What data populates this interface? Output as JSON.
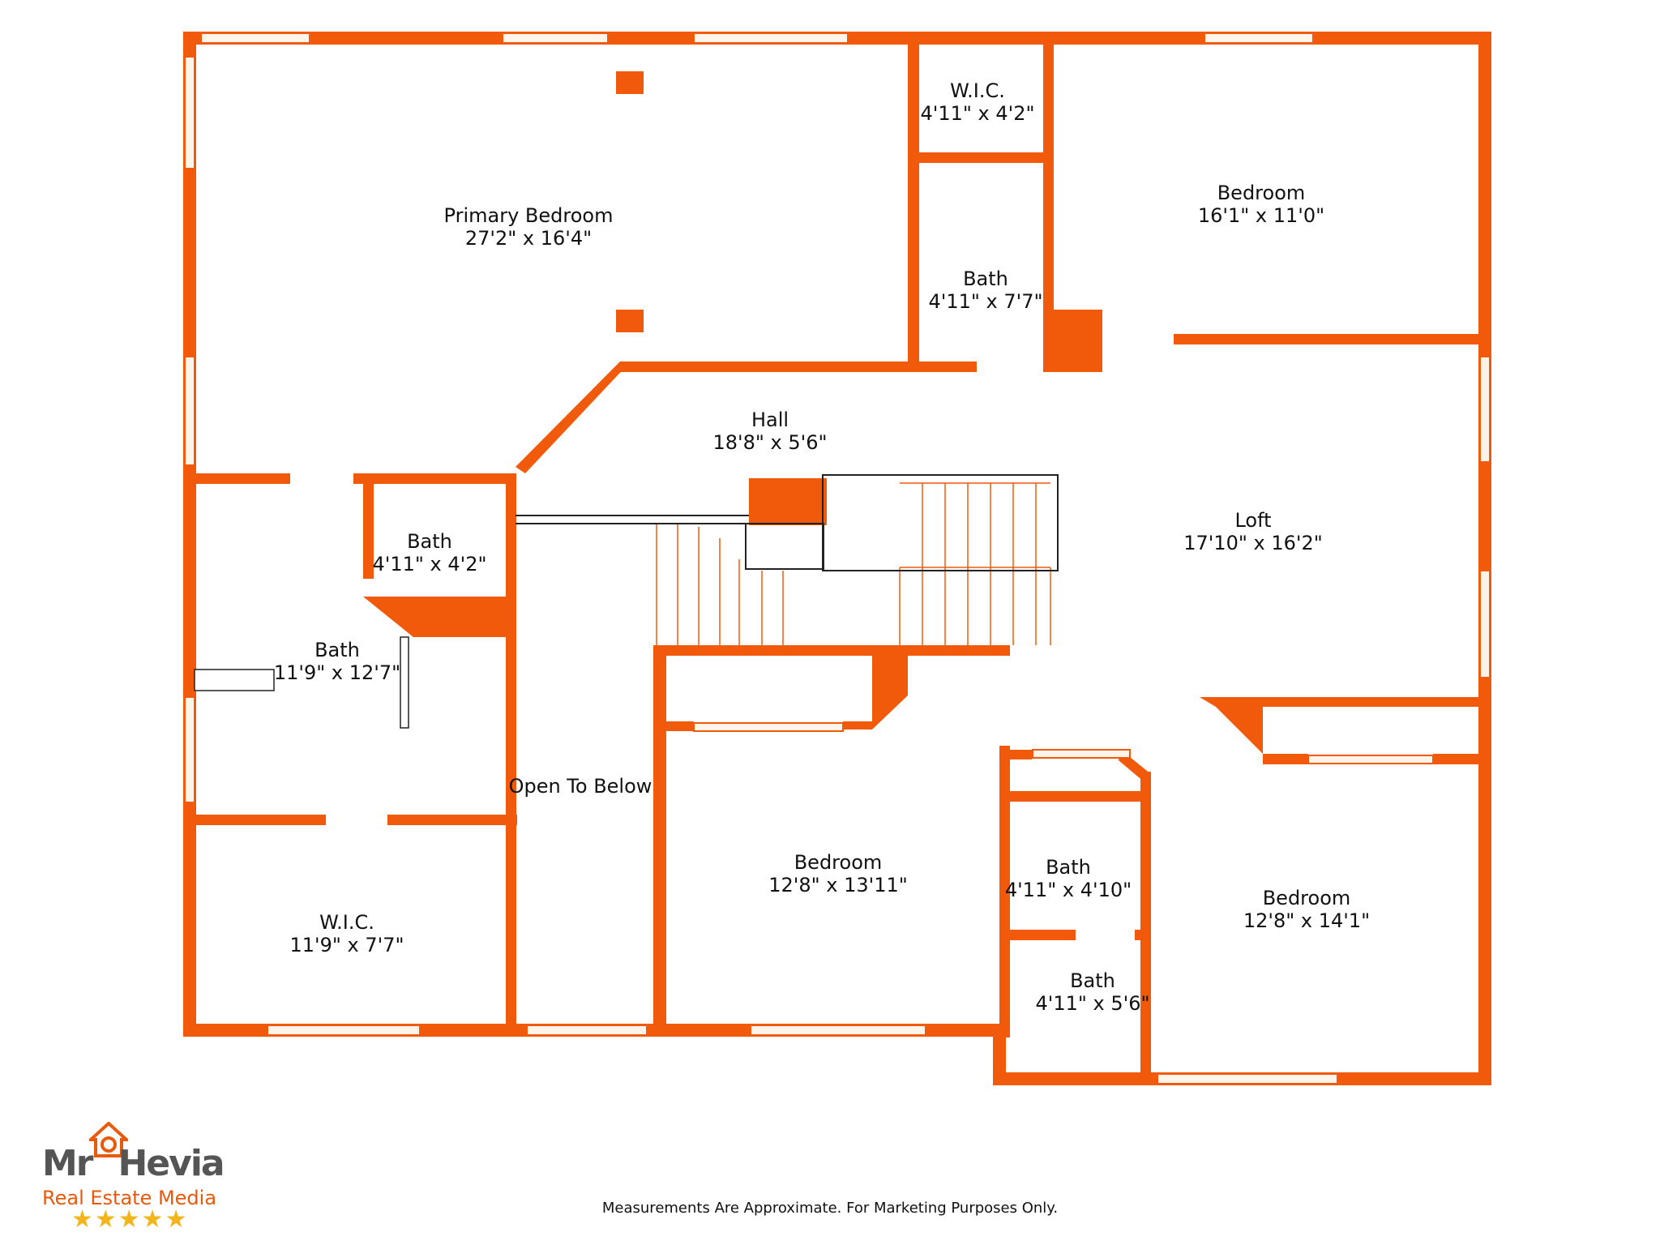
{
  "colors": {
    "wall": "#f05a0a",
    "window": "#fff4ea",
    "label": "#111111",
    "star": "#f2b51c"
  },
  "rooms": [
    {
      "name": "Primary Bedroom",
      "dims": "27'2\" x 16'4\""
    },
    {
      "name": "W.I.C.",
      "dims": "4'11\" x 4'2\""
    },
    {
      "name": "Bath",
      "dims": "4'11\" x 7'7\""
    },
    {
      "name": "Bedroom",
      "dims": "16'1\" x 11'0\""
    },
    {
      "name": "Hall",
      "dims": "18'8\" x 5'6\""
    },
    {
      "name": "Loft",
      "dims": "17'10\" x 16'2\""
    },
    {
      "name": "Bath",
      "dims": "4'11\" x 4'2\""
    },
    {
      "name": "Bath",
      "dims": "11'9\" x 12'7\""
    },
    {
      "name": "Open To Below",
      "dims": ""
    },
    {
      "name": "W.I.C.",
      "dims": "11'9\" x 7'7\""
    },
    {
      "name": "Bedroom",
      "dims": "12'8\" x 13'11\""
    },
    {
      "name": "Bath",
      "dims": "4'11\" x 4'10\""
    },
    {
      "name": "Bath",
      "dims": "4'11\" x 5'6\""
    },
    {
      "name": "Bedroom",
      "dims": "12'8\" x 14'1\""
    }
  ],
  "logo": {
    "name_left": "Mr",
    "name_right": "Hevia",
    "subtitle": "Real Estate Media",
    "stars": "★★★★★"
  },
  "footer": {
    "disclaimer": "Measurements Are Approximate. For Marketing Purposes Only."
  }
}
